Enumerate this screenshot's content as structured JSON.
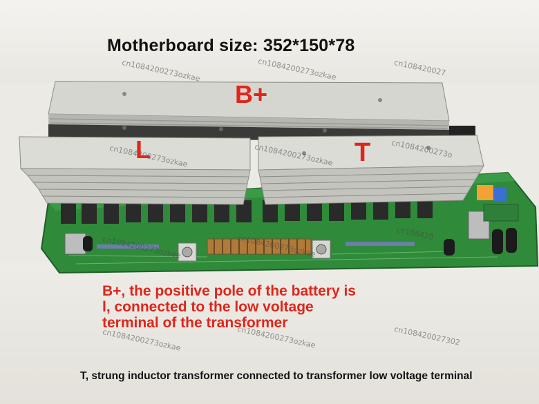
{
  "title": "Motherboard size: 352*150*78",
  "labels": {
    "b_plus": "B+",
    "l": "L",
    "t": "T"
  },
  "description": "B+, the positive pole of the battery is l, connected to the low voltage terminal of the transformer",
  "caption": "T, strung inductor transformer connected to transformer low voltage terminal",
  "colors": {
    "annotation_red": "#e0251b",
    "pcb_green": "#2f8a3a",
    "heatsink_silver": "#c9c9c4"
  }
}
